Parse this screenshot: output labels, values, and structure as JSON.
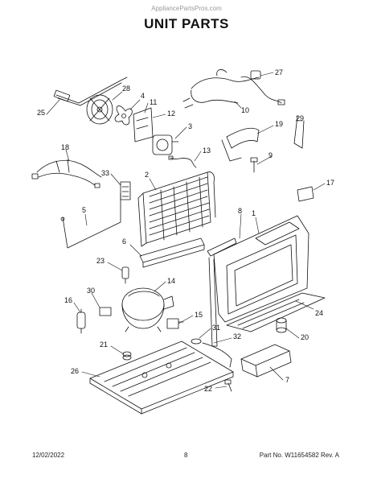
{
  "header": {
    "watermark": "AppliancePartsPros.com",
    "title": "UNIT PARTS"
  },
  "diagram": {
    "callouts": [
      "1",
      "2",
      "3",
      "4",
      "5",
      "6",
      "7",
      "8",
      "9",
      "10",
      "11",
      "12",
      "13",
      "14",
      "15",
      "16",
      "17",
      "19",
      "20",
      "21",
      "22",
      "23",
      "24",
      "25",
      "26",
      "27",
      "28",
      "29",
      "30",
      "31",
      "32",
      "33",
      "18"
    ]
  },
  "footer": {
    "date": "12/02/2022",
    "page": "8",
    "part_rev": "Part No. W11654582  Rev. A"
  }
}
